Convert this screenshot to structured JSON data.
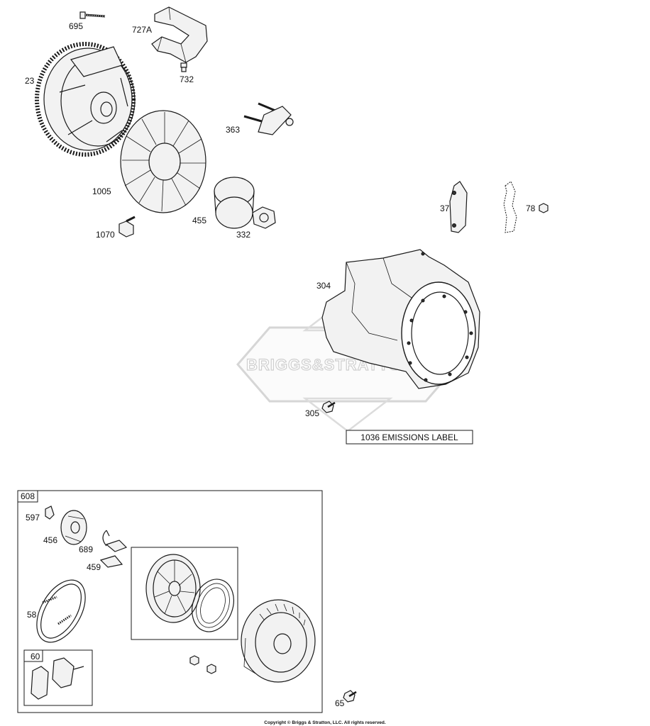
{
  "labels": {
    "p695": "695",
    "p727A": "727A",
    "p23": "23",
    "p732": "732",
    "p363": "363",
    "p1005": "1005",
    "p455": "455",
    "p332": "332",
    "p1070": "1070",
    "p37": "37",
    "p78": "78",
    "p304": "304",
    "p305": "305",
    "p597": "597",
    "p456": "456",
    "p689": "689",
    "p459": "459",
    "p58": "58",
    "p65": "65"
  },
  "boxes": {
    "assembly_608": "608",
    "handle_60": "60",
    "emissions_label": "1036 EMISSIONS LABEL"
  },
  "watermark": "BRIGGS&STRATTON",
  "copyright": "Copyright © Briggs & Stratton, LLC. All rights reserved."
}
